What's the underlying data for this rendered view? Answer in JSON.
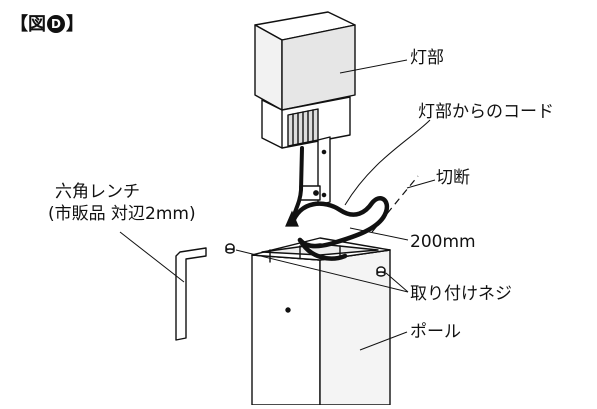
{
  "figure": {
    "tag_open": "【図",
    "tag_letter": "D",
    "tag_close": "】"
  },
  "labels": {
    "lamp": "灯部",
    "cord": "灯部からのコード",
    "cut": "切断",
    "wrench_line1": "六角レンチ",
    "wrench_line2": "(市販品 対辺2mm)",
    "length": "200mm",
    "screw": "取り付けネジ",
    "pole": "ポール"
  },
  "colors": {
    "line": "#111111",
    "lamp_front": "#f2f2f2",
    "lamp_side": "#d9d9d9",
    "cord": "#111111"
  }
}
